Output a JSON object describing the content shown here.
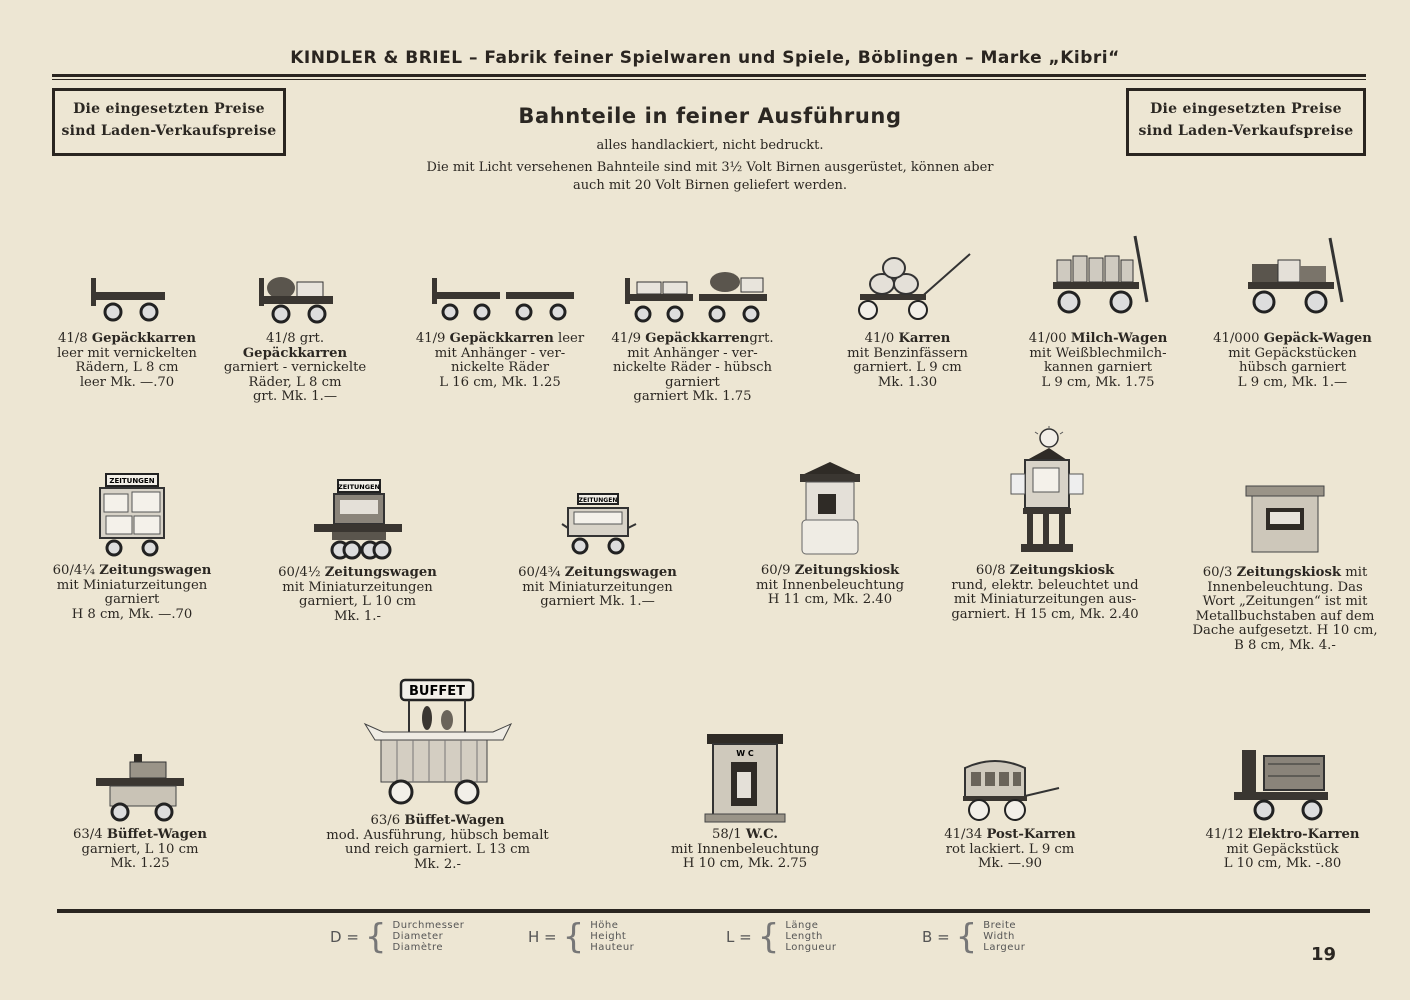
{
  "header": {
    "company": "KINDLER & BRIEL – Fabrik feiner Spielwaren und Spiele, Böblingen – Marke „Kibri“",
    "price_note_left": [
      "Die eingesetzten Preise",
      "sind Laden-Verkaufspreise"
    ],
    "price_note_right": [
      "Die eingesetzten Preise",
      "sind Laden-Verkaufspreise"
    ],
    "title": "Bahnteile in feiner Ausführung",
    "subtitle": "alles handlackiert, nicht bedruckt.",
    "note_line1": "Die mit Licht versehenen Bahnteile sind mit 3½ Volt Birnen ausgerüstet, können aber",
    "note_line2": "auch mit 20 Volt Birnen geliefert werden."
  },
  "items": [
    {
      "num": "41/8",
      "name": "Gepäckkarren",
      "lines": [
        "leer mit vernickelten",
        "Rädern, L 8 cm",
        "leer Mk. —.70"
      ],
      "icon": "baggage-cart-icon"
    },
    {
      "num": "41/8 grt.",
      "name": "Gepäckkarren",
      "lines": [
        "garniert - vernickelte",
        "Räder, L 8 cm",
        "grt. Mk. 1.—"
      ],
      "icon": "baggage-cart-loaded-icon"
    },
    {
      "num": "41/9",
      "name": "Gepäckkarren",
      "suffix": "leer",
      "lines": [
        "mit Anhänger - ver-",
        "nickelte Räder",
        "L 16 cm, Mk. 1.25"
      ],
      "icon": "baggage-cart-trailer-icon"
    },
    {
      "num": "41/9",
      "name": "Gepäckkarren",
      "suffix": "grt.",
      "lines": [
        "mit Anhänger - ver-",
        "nickelte Räder - hübsch",
        "garniert",
        "garniert Mk. 1.75"
      ],
      "icon": "baggage-cart-trailer-loaded-icon"
    },
    {
      "num": "41/0",
      "name": "Karren",
      "lines": [
        "mit Benzinfässern",
        "garniert. L 9 cm",
        "Mk. 1.30"
      ],
      "icon": "barrel-cart-icon"
    },
    {
      "num": "41/00",
      "name": "Milch-Wagen",
      "lines": [
        "mit Weißblechmilch-",
        "kannen garniert",
        "L 9 cm, Mk. 1.75"
      ],
      "icon": "milk-wagon-icon"
    },
    {
      "num": "41/000",
      "name": "Gepäck-Wagen",
      "lines": [
        "mit Gepäckstücken",
        "hübsch garniert",
        "L 9 cm, Mk. 1.—"
      ],
      "icon": "luggage-wagon-icon"
    },
    {
      "num": "60/4¼",
      "name": "Zeitungswagen",
      "lines": [
        "mit Miniaturzeitungen",
        "garniert",
        "H 8 cm, Mk. —.70"
      ],
      "icon": "newspaper-cart-icon"
    },
    {
      "num": "60/4½",
      "name": "Zeitungswagen",
      "lines": [
        "mit Miniaturzeitungen",
        "garniert, L 10 cm",
        "Mk. 1.-"
      ],
      "icon": "newspaper-cart-large-icon"
    },
    {
      "num": "60/4¾",
      "name": "Zeitungswagen",
      "lines": [
        "mit Miniaturzeitungen",
        "garniert Mk. 1.—"
      ],
      "icon": "newspaper-cart-small-icon"
    },
    {
      "num": "60/9",
      "name": "Zeitungskiosk",
      "lines": [
        "mit Innenbeleuchtung",
        "H 11 cm, Mk. 2.40"
      ],
      "icon": "round-kiosk-icon"
    },
    {
      "num": "60/8",
      "name": "Zeitungskiosk",
      "lines": [
        "rund, elektr. beleuchtet und",
        "mit Miniaturzeitungen aus-",
        "garniert. H 15 cm, Mk. 2.40"
      ],
      "icon": "lit-kiosk-icon"
    },
    {
      "num": "60/3",
      "name": "Zeitungskiosk",
      "suffix": "mit",
      "lines": [
        "Innenbeleuchtung. Das",
        "Wort „Zeitungen“ ist mit",
        "Metallbuchstaben auf dem",
        "Dache aufgesetzt. H 10 cm,",
        "B 8 cm, Mk. 4.-"
      ],
      "icon": "square-kiosk-icon"
    },
    {
      "num": "63/4",
      "name": "Büffet-Wagen",
      "lines": [
        "garniert, L 10 cm",
        "Mk. 1.25"
      ],
      "icon": "buffet-cart-small-icon"
    },
    {
      "num": "63/6",
      "name": "Büffet-Wagen",
      "lines": [
        "mod. Ausführung, hübsch bemalt",
        "und reich garniert. L 13 cm",
        "Mk. 2.-"
      ],
      "icon": "buffet-cart-large-icon",
      "sign": "BUFFET"
    },
    {
      "num": "58/1",
      "name": "W.C.",
      "lines": [
        "mit Innenbeleuchtung",
        "H 10 cm, Mk. 2.75"
      ],
      "icon": "wc-hut-icon",
      "sign": "W C"
    },
    {
      "num": "41/34",
      "name": "Post-Karren",
      "lines": [
        "rot lackiert. L 9 cm",
        "Mk. —.90"
      ],
      "icon": "post-cart-icon"
    },
    {
      "num": "41/12",
      "name": "Elektro-Karren",
      "lines": [
        "mit Gepäckstück",
        "L 10 cm, Mk. -.80"
      ],
      "icon": "electric-cart-icon"
    }
  ],
  "signs": {
    "zeitungen": "ZEITUNGEN"
  },
  "legend": [
    {
      "sym": "D",
      "words": [
        "Durchmesser",
        "Diameter",
        "Diamètre"
      ]
    },
    {
      "sym": "H",
      "words": [
        "Höhe",
        "Height",
        "Hauteur"
      ]
    },
    {
      "sym": "L",
      "words": [
        "Länge",
        "Length",
        "Longueur"
      ]
    },
    {
      "sym": "B",
      "words": [
        "Breite",
        "Width",
        "Largeur"
      ]
    }
  ],
  "page_number": "19"
}
